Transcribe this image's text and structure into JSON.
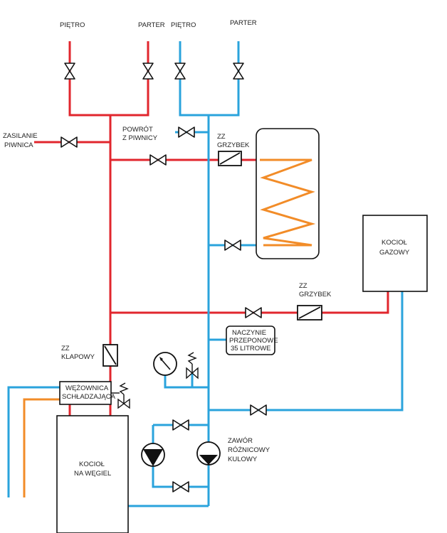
{
  "labels": {
    "pietro_left": "PIĘTRO",
    "parter_left": "PARTER",
    "pietro_right": "PIĘTRO",
    "parter_right": "PARTER",
    "zasilanie_1": "ZASILANIE",
    "zasilanie_2": "PIWNICA",
    "powrot_1": "POWRÓT",
    "powrot_2": "Z PIWNICY",
    "zz_grzybek_top_1": "ZZ",
    "zz_grzybek_top_2": "GRZYBEK",
    "kociol_gazowy_1": "KOCIOŁ",
    "kociol_gazowy_2": "GAZOWY",
    "zz_grzybek_mid_1": "ZZ",
    "zz_grzybek_mid_2": "GRZYBEK",
    "zz_klapowy_1": "ZZ",
    "zz_klapowy_2": "KLAPOWY",
    "naczynie_1": "NACZYNIE",
    "naczynie_2": "PRZEPONOWE",
    "naczynie_3": "35 LITROWE",
    "wezownica_1": "WĘŻOWNICA",
    "wezownica_2": "SCHŁADZAJĄCA",
    "kociol_wegiel_1": "KOCIOŁ",
    "kociol_wegiel_2": "NA WĘGIEL",
    "zawor_1": "ZAWÓR",
    "zawor_2": "RÓŻNICOWY",
    "zawor_3": "KULOWY"
  },
  "colors": {
    "supply_pipe": "#e1262d",
    "return_pipe": "#2aa3dc",
    "coil_pipe": "#f28c28",
    "component_stroke": "#111111"
  }
}
